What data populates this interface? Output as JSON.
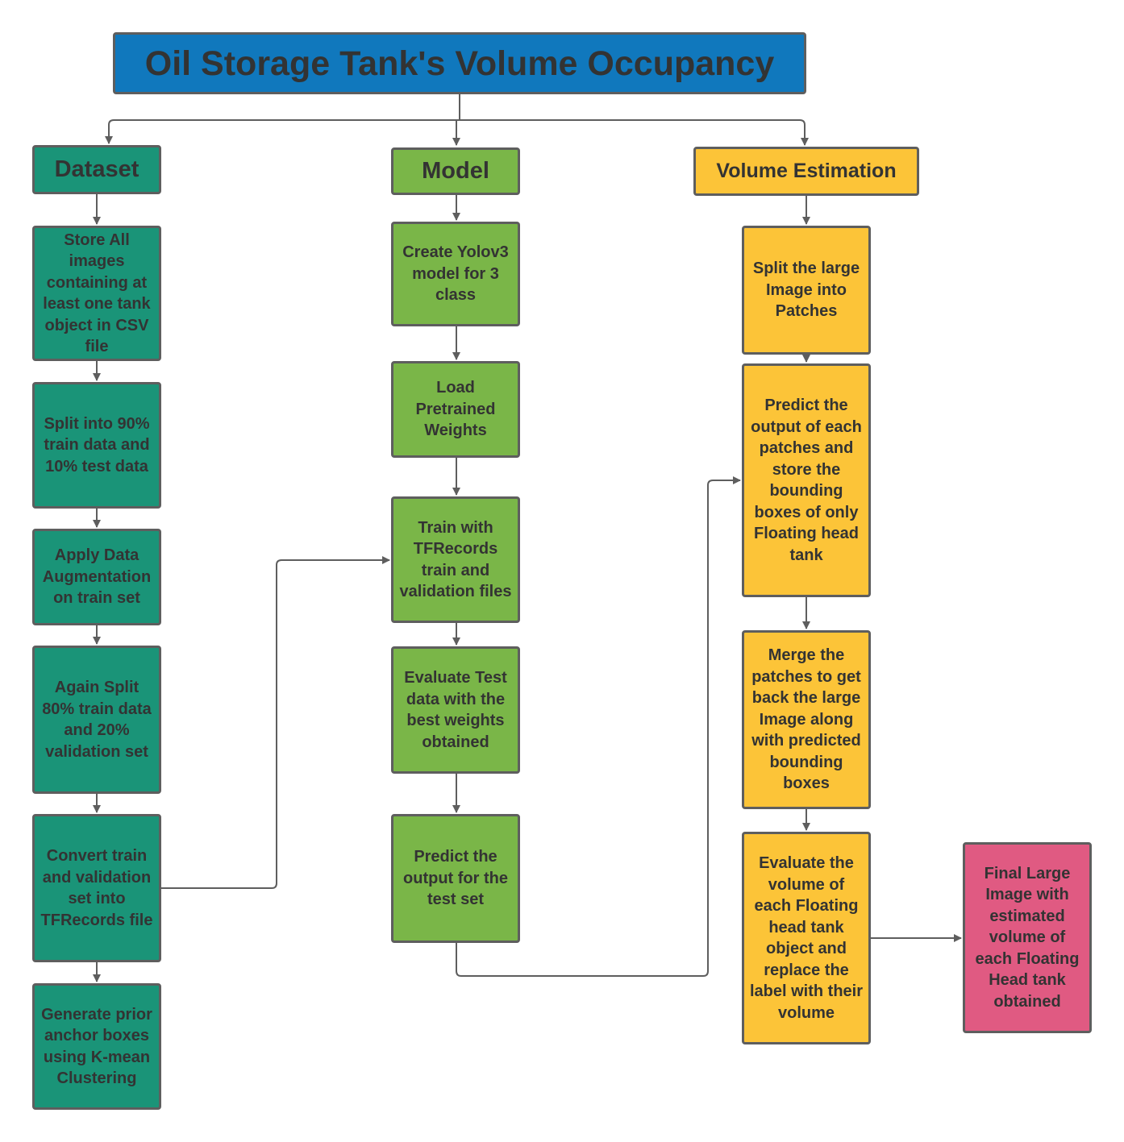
{
  "title": "Oil Storage Tank's Volume Occupancy",
  "colors": {
    "title": "#1078bd",
    "dataset": "#1a9478",
    "model": "#7ab648",
    "volume": "#fcc438",
    "final": "#e05a82"
  },
  "dataset": {
    "header": "Dataset",
    "steps": [
      "Store All images containing at least one tank object in CSV file",
      "Split into 90% train data and 10% test data",
      "Apply Data Augmentation on train set",
      "Again Split 80% train data and 20% validation set",
      "Convert train and validation set into TFRecords file",
      "Generate prior anchor boxes using K-mean Clustering"
    ]
  },
  "model": {
    "header": "Model",
    "steps": [
      "Create Yolov3 model for 3 class",
      "Load Pretrained Weights",
      "Train with TFRecords train and validation files",
      "Evaluate Test data with the best weights obtained",
      "Predict the output for the test set"
    ]
  },
  "volume": {
    "header": "Volume Estimation",
    "steps": [
      "Split the large Image into Patches",
      "Predict the output of each patches and store the bounding boxes of only Floating head tank",
      "Merge the patches to get back the large Image along with predicted bounding boxes",
      "Evaluate the volume of each Floating head tank object and replace the label with their volume"
    ]
  },
  "final": "Final Large Image with estimated volume of each Floating Head tank obtained"
}
